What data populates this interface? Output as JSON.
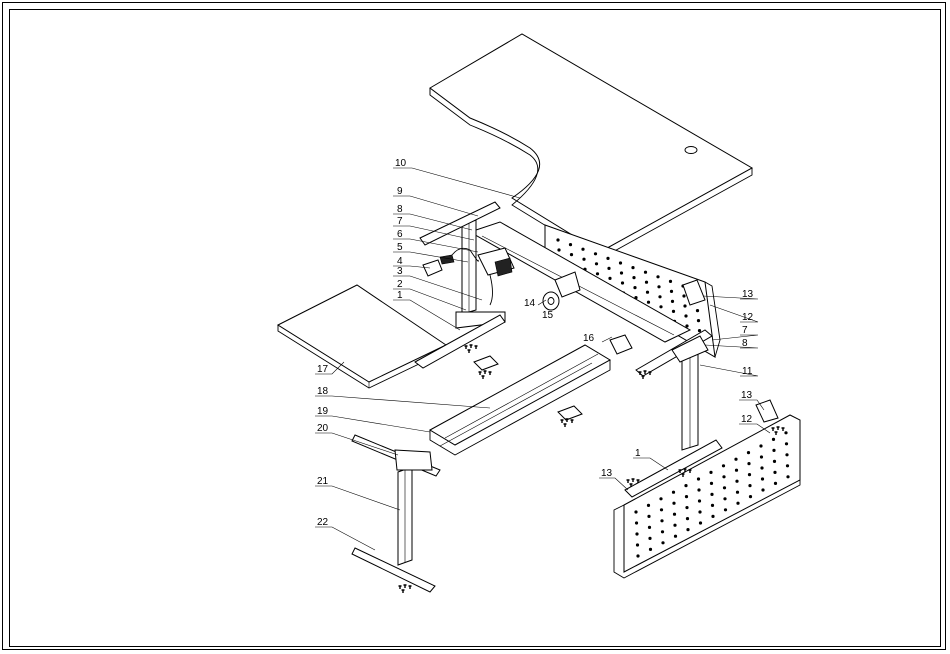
{
  "diagram": {
    "part_labels": [
      {
        "id": "p10",
        "text": "10"
      },
      {
        "id": "p9",
        "text": "9"
      },
      {
        "id": "p8a",
        "text": "8"
      },
      {
        "id": "p7a",
        "text": "7"
      },
      {
        "id": "p6",
        "text": "6"
      },
      {
        "id": "p5",
        "text": "5"
      },
      {
        "id": "p4",
        "text": "4"
      },
      {
        "id": "p3",
        "text": "3"
      },
      {
        "id": "p2",
        "text": "2"
      },
      {
        "id": "p1a",
        "text": "1"
      },
      {
        "id": "p17",
        "text": "17"
      },
      {
        "id": "p18",
        "text": "18"
      },
      {
        "id": "p19",
        "text": "19"
      },
      {
        "id": "p20",
        "text": "20"
      },
      {
        "id": "p21",
        "text": "21"
      },
      {
        "id": "p22",
        "text": "22"
      },
      {
        "id": "p14",
        "text": "14"
      },
      {
        "id": "p15",
        "text": "15"
      },
      {
        "id": "p16",
        "text": "16"
      },
      {
        "id": "p13a",
        "text": "13"
      },
      {
        "id": "p12a",
        "text": "12"
      },
      {
        "id": "p7b",
        "text": "7"
      },
      {
        "id": "p8b",
        "text": "8"
      },
      {
        "id": "p11",
        "text": "11"
      },
      {
        "id": "p13b",
        "text": "13"
      },
      {
        "id": "p12b",
        "text": "12"
      },
      {
        "id": "p1b",
        "text": "1"
      },
      {
        "id": "p13c",
        "text": "13"
      }
    ]
  }
}
